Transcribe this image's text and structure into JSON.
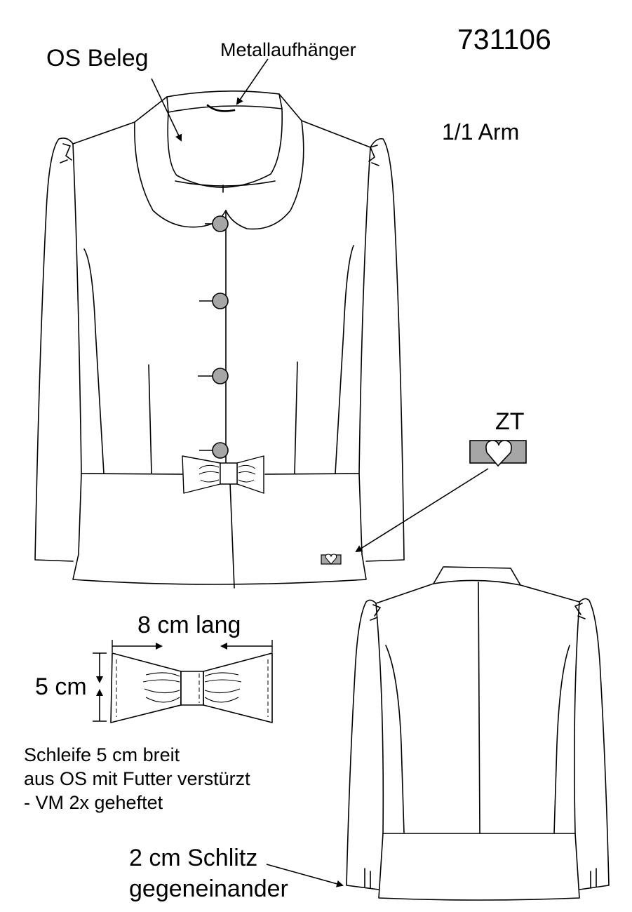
{
  "sheet": {
    "style_number": "731106",
    "sleeve_type": "1/1 Arm"
  },
  "front_view": {
    "labels": {
      "facing": "OS Beleg",
      "hanger": "Metallaufhänger"
    },
    "button_count": 4,
    "button_color": "#a6a6a6"
  },
  "brand_tag": {
    "label": "ZT",
    "color": "#a6a6a6"
  },
  "bow_detail": {
    "length_label": "8 cm lang",
    "height_label": "5 cm",
    "notes": [
      "Schleife 5 cm breit",
      "aus OS mit Futter verstürzt",
      "- VM 2x geheftet"
    ]
  },
  "back_view": {
    "slit_note": [
      "2 cm Schlitz",
      "gegeneinander"
    ]
  }
}
